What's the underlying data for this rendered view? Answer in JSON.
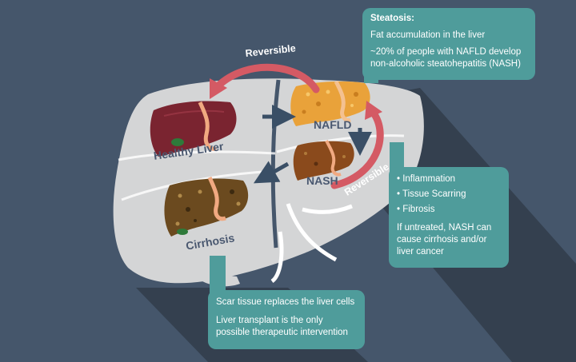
{
  "colors": {
    "background": "#45566b",
    "shadow": "#34404f",
    "liver_silhouette": "#d4d5d6",
    "teal": "#4f9c9b",
    "arrow_dark": "#3a4f66",
    "arrow_red": "#d45a64",
    "healthy_liver": "#7a2430",
    "nafld_liver": "#e9a23a",
    "nash_liver": "#8a4a1c",
    "cirrhosis_liver": "#6b4a1f",
    "gallbladder": "#f1a981"
  },
  "stages": {
    "healthy": "Healthy Liver",
    "nafld": "NAFLD",
    "nash": "NASH",
    "cirrhosis": "Cirrhosis"
  },
  "arrows": {
    "reversible_top": "Reversible",
    "reversible_right": "Reversible"
  },
  "steatosis_box": {
    "title": "Steatosis:",
    "line1": "Fat accumulation in the liver",
    "line2": "~20% of people with NAFLD develop non-alcoholic steatohepatitis (NASH)"
  },
  "nash_box": {
    "bullet1": "• Inflammation",
    "bullet2": "• Tissue Scarring",
    "bullet3": "• Fibrosis",
    "note": "If untreated, NASH can cause cirrhosis and/or liver cancer"
  },
  "cirrhosis_box": {
    "line1": "Scar tissue replaces the liver cells",
    "line2": "Liver transplant is the only possible therapeutic intervention"
  }
}
